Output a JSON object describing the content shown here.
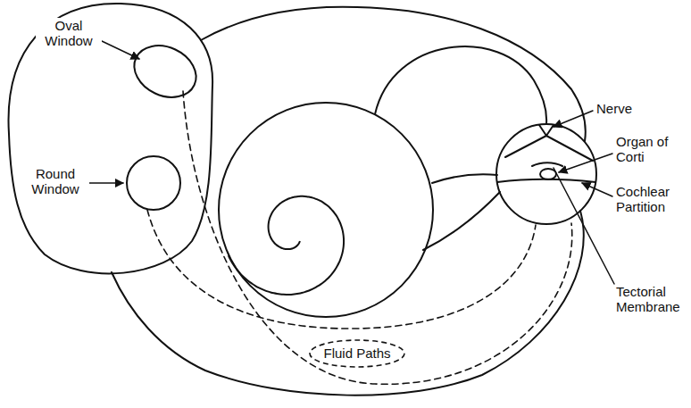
{
  "diagram": {
    "nodes": [
      {
        "text": [
          "Fluid Paths"
        ]
      }
    ],
    "labels": [
      "Oval Window",
      "Round Window",
      "Nerve",
      "Organ of Corti",
      "Cochlear Partition",
      "Tectorial Membrane"
    ]
  }
}
